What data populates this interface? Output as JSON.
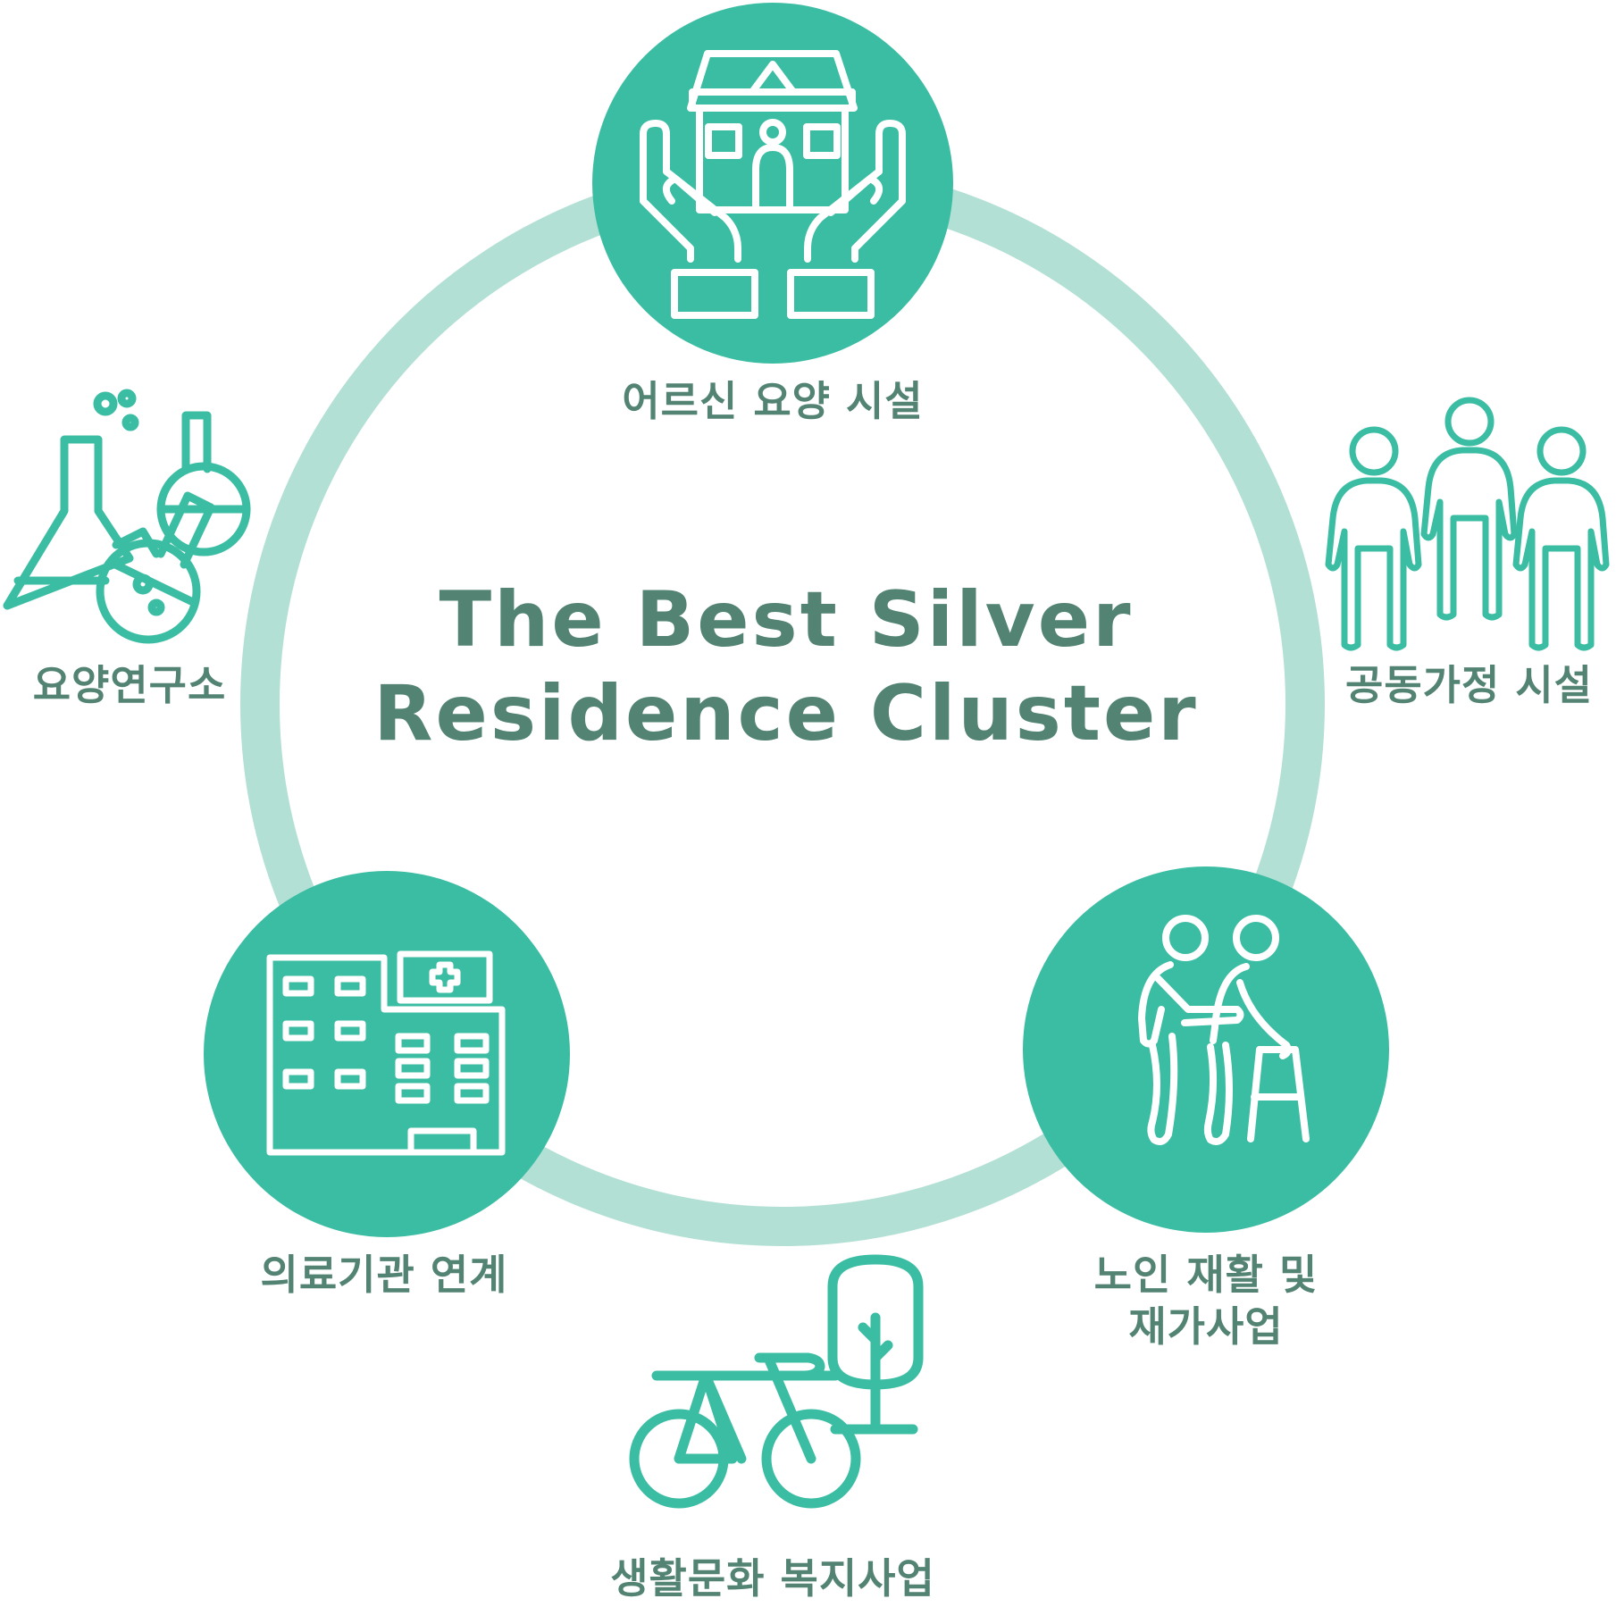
{
  "title": {
    "line1": "The Best Silver",
    "line2": "Residence Cluster"
  },
  "nodes": [
    {
      "label": "어르신 요양 시설",
      "icon": "house-in-hands-icon"
    },
    {
      "label": "공동가정 시설",
      "icon": "three-people-icon"
    },
    {
      "label": "노인 재활 및",
      "label2": "재가사업",
      "icon": "elderly-walker-icon"
    },
    {
      "label": "생활문화 복지사업",
      "icon": "bicycle-tree-icon"
    },
    {
      "label": "의료기관 연계",
      "icon": "hospital-building-icon"
    },
    {
      "label": "요양연구소",
      "icon": "lab-flasks-icon"
    }
  ],
  "colors": {
    "ring": "#b3e0d4",
    "circle": "#3bbda3",
    "text": "#528373",
    "icon_outline": "#3bbda3"
  }
}
